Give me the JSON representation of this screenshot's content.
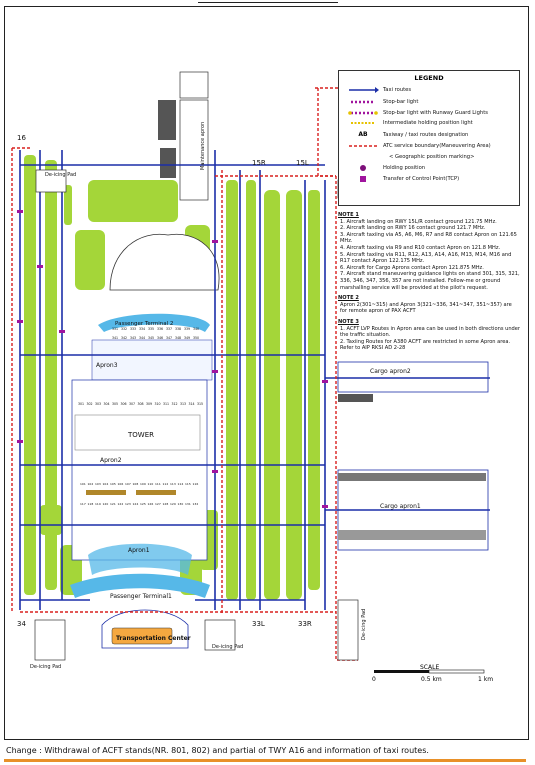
{
  "map": {
    "runways": [
      "16",
      "34",
      "15R",
      "15L",
      "33L",
      "33R"
    ],
    "labels": {
      "tower": "TOWER",
      "transportation_center": "Transportation Center",
      "passenger_terminal_1": "Passenger Terminal1",
      "passenger_terminal_2": "Passenger Terminal 2",
      "apron1": "Apron1",
      "apron2": "Apron2",
      "apron3": "Apron3",
      "cargo_apron1": "Cargo apron1",
      "cargo_apron2": "Cargo apron2",
      "maintenance_apron": "Maintenance apron",
      "deicing_pad": "De-icing Pad"
    },
    "stands_apron3_row": [
      "301",
      "302",
      "303",
      "304",
      "305",
      "306",
      "307",
      "308",
      "309",
      "310",
      "311",
      "312",
      "313",
      "314",
      "315"
    ],
    "stands_t2": [
      "331",
      "332",
      "333",
      "334",
      "335",
      "336",
      "337",
      "338",
      "339",
      "340",
      "341",
      "342",
      "343",
      "344",
      "345",
      "346",
      "347",
      "348",
      "349",
      "350"
    ],
    "stands_apron1_row": [
      "101",
      "102",
      "103",
      "104",
      "105",
      "106",
      "107",
      "108",
      "109",
      "110",
      "111",
      "112",
      "113",
      "114",
      "115",
      "116",
      "117",
      "118",
      "119",
      "120",
      "121",
      "122",
      "123",
      "124",
      "125",
      "126",
      "127",
      "128",
      "129",
      "130",
      "131",
      "132"
    ]
  },
  "legend": {
    "title": "LEGEND",
    "items": [
      {
        "label": "Taxi routes",
        "icon": "arrow-line-icon"
      },
      {
        "label": "Stop-bar light",
        "icon": "stopbar-icon"
      },
      {
        "label": "Stop-bar light with Runway Guard Lights",
        "icon": "stopbar-rgl-icon"
      },
      {
        "label": "Intermediate holding position light",
        "icon": "intermediate-hold-icon"
      },
      {
        "label": "Taxiway / taxi routes designation",
        "icon": "ab-designation-icon",
        "symbol": "AB"
      },
      {
        "label": "ATC service boundary(Maneuvering Area)",
        "icon": "atc-boundary-icon"
      },
      {
        "label": "< Geographic position marking>",
        "icon": "geo-marking-icon"
      },
      {
        "label": "Holding position",
        "icon": "holding-position-icon"
      },
      {
        "label": "Transfer of Control Point(TCP)",
        "icon": "tcp-icon"
      }
    ]
  },
  "notes": {
    "note1_title": "NOTE 1",
    "note1_items": [
      "1. Aircraft landing on RWY 15L/R contact ground 121.75 MHz.",
      "2. Aircraft landing on RWY 16 contact ground 121.7 MHz.",
      "3. Aircraft taxiing via A5, A6, M6, R7 and R8 contact Apron on 121.65 MHz.",
      "4. Aircraft taxiing via R9 and R10 contact Apron on 121.8 MHz.",
      "5. Aircraft taxiing via R11, R12, A13, A14, A16, M13, M14, M16 and R17 contact Apron 122.175 MHz.",
      "6. Aircraft for Cargo Aprons contact Apron 121.875 MHz.",
      "7. Aircraft stand maneuvering guidance lights on stand 301, 315, 321, 336, 346, 347, 356, 357 are not installed. Follow-me or ground marshalling service will be provided at the pilot's request."
    ],
    "note2_title": "NOTE 2",
    "note2_text": "Apron 2(301~315) and Apron 3(321~336, 341~347, 351~357) are for remote apron of PAX ACFT",
    "note3_title": "NOTE 3",
    "note3_items": [
      "1. ACFT LVP Routes in Apron area can be used in both directions under the traffic situation.",
      "2. Taxiing Routes for A380 ACFT are restricted in some Apron area. Refer to AIP RKSI AD 2-28"
    ]
  },
  "scale": {
    "title": "SCALE",
    "labels": [
      "0",
      "0.5 km",
      "1 km"
    ]
  },
  "footer": {
    "change_text": "Change : Withdrawal of ACFT stands(NR. 801, 802) and partial of TWY A16 and information of taxi routes."
  },
  "colors": {
    "grass": "#a4d639",
    "taxi_route": "#1c2fa8",
    "boundary": "#d8201f",
    "stopbar": "#a0149e",
    "terminal": "#56b8e8",
    "accent_rule": "#e89028"
  }
}
